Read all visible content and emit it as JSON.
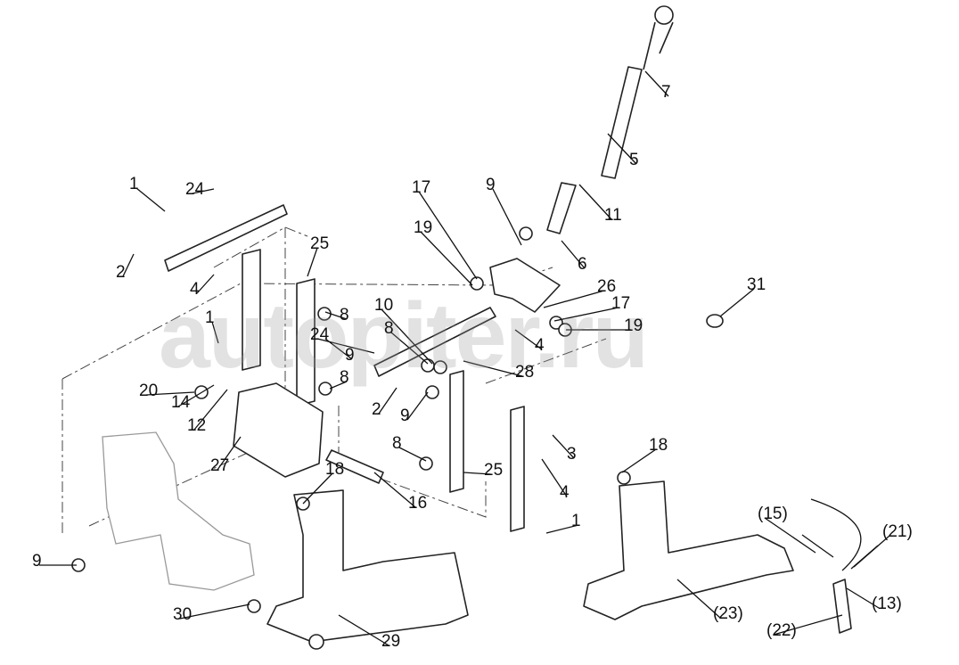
{
  "watermark": "autopiter.ru",
  "callouts": [
    "1",
    "24",
    "2",
    "25",
    "4",
    "1",
    "8",
    "9",
    "24",
    "8",
    "20",
    "14",
    "12",
    "27",
    "18",
    "16",
    "9",
    "30",
    "29",
    "17",
    "19",
    "9",
    "11",
    "6",
    "5",
    "7",
    "26",
    "17",
    "19",
    "4",
    "10",
    "8",
    "28",
    "2",
    "9",
    "8",
    "25",
    "3",
    "4",
    "1",
    "31",
    "18",
    "(15)",
    "(21)",
    "(13)",
    "(22)",
    "(23)"
  ]
}
